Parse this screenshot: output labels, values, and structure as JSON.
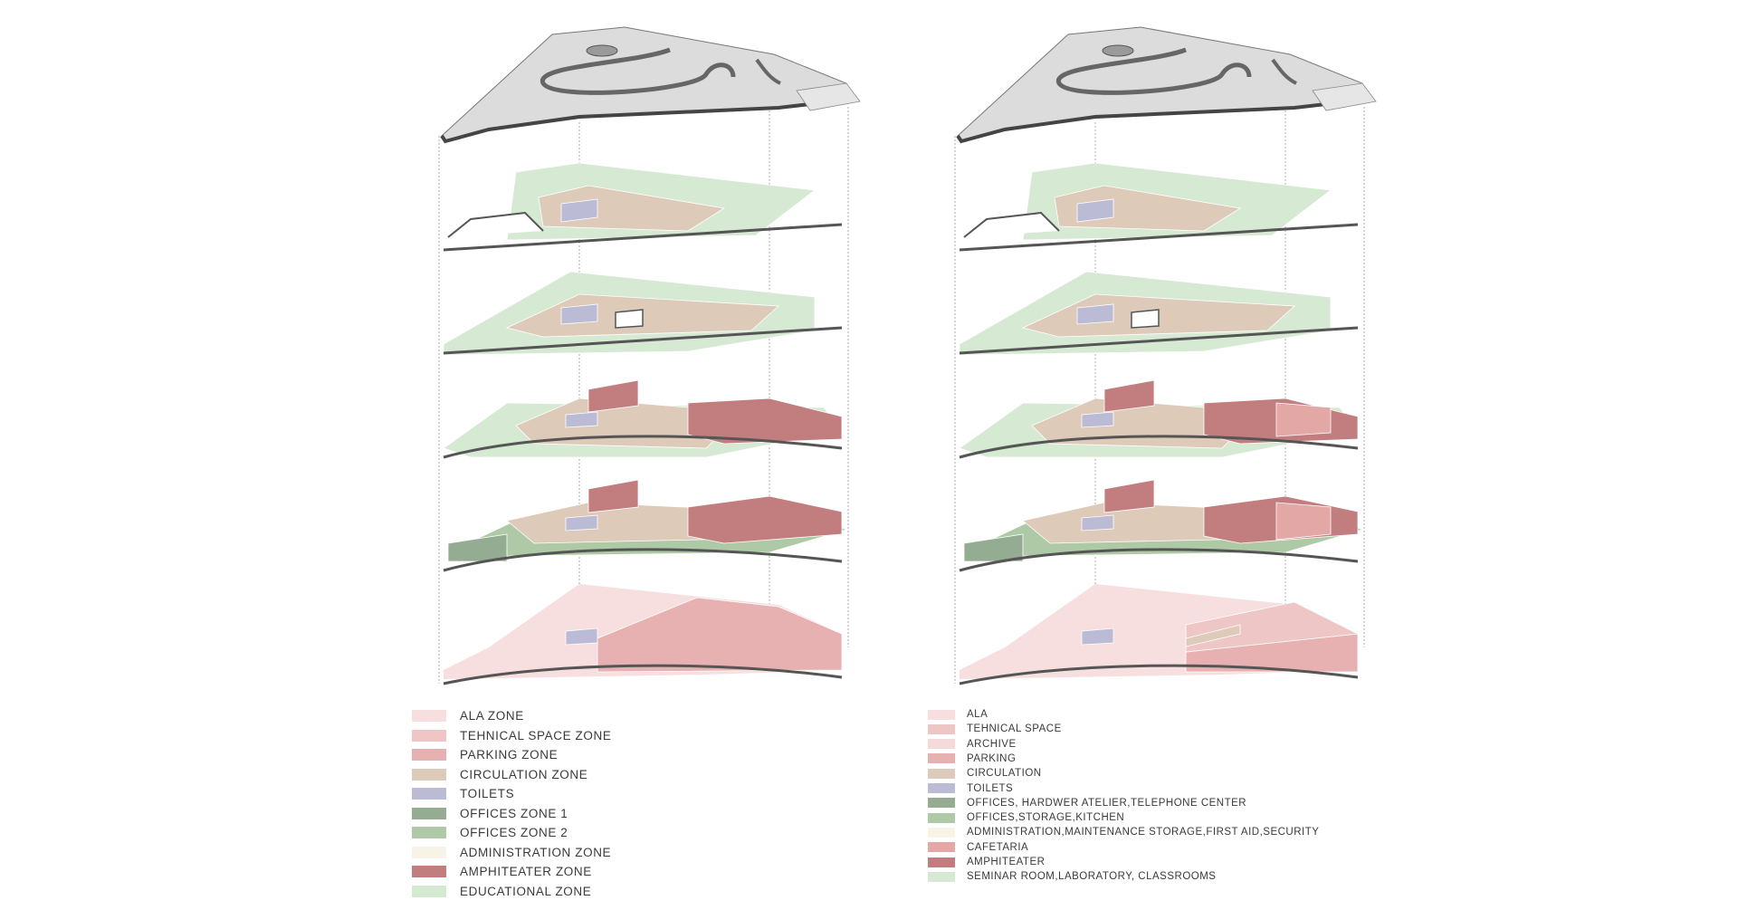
{
  "colors": {
    "ala": "#f7dfdf",
    "technical": "#efc6c6",
    "archive": "#f5dada",
    "parking": "#e7b1b2",
    "circulation": "#ddcab9",
    "toilets": "#bcbbd6",
    "offices1": "#94ac92",
    "offices2": "#aec9a6",
    "administration": "#f7f3e6",
    "cafetaria": "#e3a8a6",
    "amphitheater": "#c27d7f",
    "educational": "#d6e9d3",
    "roof": "#dcdcdc",
    "outline": "#555555"
  },
  "legend_left": [
    {
      "label": "ALA ZONE",
      "color": "#f7dfdf"
    },
    {
      "label": "TEHNICAL SPACE ZONE",
      "color": "#efc6c6"
    },
    {
      "label": "PARKING ZONE",
      "color": "#e7b1b2"
    },
    {
      "label": "CIRCULATION ZONE",
      "color": "#ddcab9"
    },
    {
      "label": "TOILETS",
      "color": "#bcbbd6"
    },
    {
      "label": "OFFICES ZONE 1",
      "color": "#94ac92"
    },
    {
      "label": "OFFICES ZONE 2",
      "color": "#aec9a6"
    },
    {
      "label": "ADMINISTRATION ZONE",
      "color": "#f7f3e6"
    },
    {
      "label": "AMPHITEATER ZONE",
      "color": "#c27d7f"
    },
    {
      "label": "EDUCATIONAL ZONE",
      "color": "#d6e9d3"
    }
  ],
  "legend_right": [
    {
      "label": "ALA",
      "color": "#f7dfdf"
    },
    {
      "label": "TEHNICAL SPACE",
      "color": "#efc6c6"
    },
    {
      "label": "ARCHIVE",
      "color": "#f5dada"
    },
    {
      "label": "PARKING",
      "color": "#e7b1b2"
    },
    {
      "label": "CIRCULATION",
      "color": "#ddcab9"
    },
    {
      "label": "TOILETS",
      "color": "#bcbbd6"
    },
    {
      "label": "OFFICES, HARDWER ATELIER,TELEPHONE CENTER",
      "color": "#94ac92"
    },
    {
      "label": "OFFICES,STORAGE,KITCHEN",
      "color": "#aec9a6"
    },
    {
      "label": "ADMINISTRATION,MAINTENANCE STORAGE,FIRST AID,SECURITY",
      "color": "#f7f3e6"
    },
    {
      "label": "CAFETARIA",
      "color": "#e3a8a6"
    },
    {
      "label": "AMPHITEATER",
      "color": "#c27d7f"
    },
    {
      "label": "SEMINAR ROOM,LABORATORY, CLASSROOMS",
      "color": "#d6e9d3"
    }
  ]
}
